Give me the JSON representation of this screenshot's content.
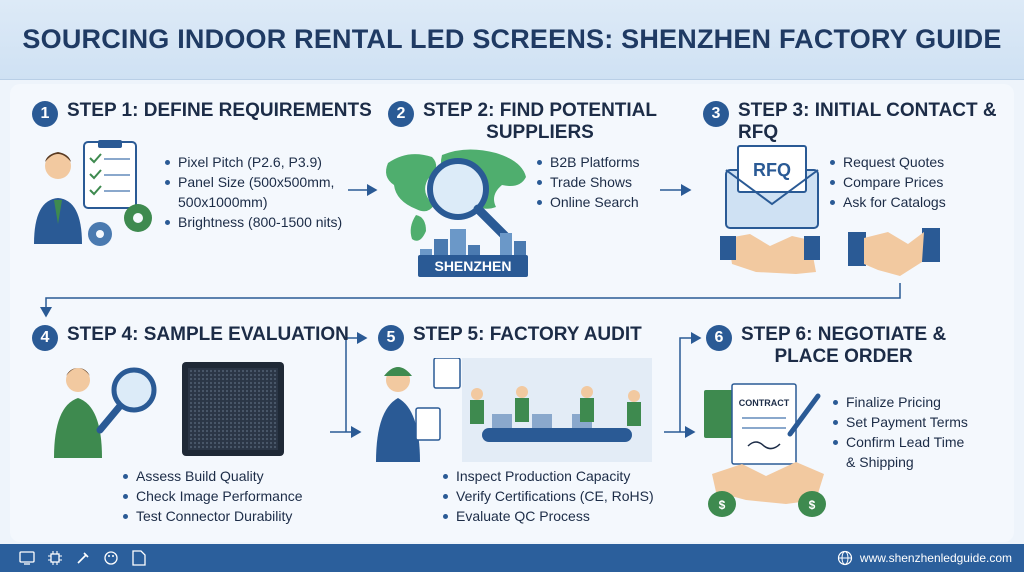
{
  "title": "SOURCING INDOOR RENTAL LED SCREENS: SHENZHEN FACTORY GUIDE",
  "steps": [
    {
      "number": "1",
      "title": "STEP 1: DEFINE REQUIREMENTS",
      "bullets": [
        "Pixel Pitch (P2.6, P3.9)",
        "Panel Size (500x500mm,",
        "500x1000mm)",
        "Brightness (800-1500 nits)"
      ]
    },
    {
      "number": "2",
      "title_line1": "STEP 2: FIND POTENTIAL",
      "title_line2": "SUPPLIERS",
      "bullets": [
        "B2B Platforms",
        "Trade Shows",
        "Online Search"
      ],
      "city_label": "SHENZHEN"
    },
    {
      "number": "3",
      "title": "STEP 3: INITIAL CONTACT & RFQ",
      "bullets": [
        "Request Quotes",
        "Compare Prices",
        "Ask for Catalogs"
      ],
      "envelope_label": "RFQ"
    },
    {
      "number": "4",
      "title": "STEP 4: SAMPLE EVALUATION",
      "bullets": [
        "Assess Build Quality",
        "Check Image Performance",
        "Test Connector Durability"
      ]
    },
    {
      "number": "5",
      "title": "STEP 5: FACTORY AUDIT",
      "bullets": [
        "Inspect Production Capacity",
        "Verify Certifications (CE, RoHS)",
        "Evaluate QC Process"
      ]
    },
    {
      "number": "6",
      "title_line1": "STEP 6: NEGOTIATE &",
      "title_line2": "PLACE ORDER",
      "bullets": [
        "Finalize Pricing",
        "Set Payment Terms",
        "Confirm Lead Time",
        "& Shipping"
      ],
      "contract_label": "CONTRACT"
    }
  ],
  "footer": {
    "url": "www.shenzhenledguide.com",
    "icons": [
      "code-icon",
      "chip-icon",
      "tools-icon",
      "palette-icon",
      "file-code-icon"
    ]
  },
  "colors": {
    "accent": "#2a5a95",
    "header_bg": "#d5e5f5",
    "footer_bg": "#2b5f9c",
    "money_green": "#3e8a4f"
  }
}
